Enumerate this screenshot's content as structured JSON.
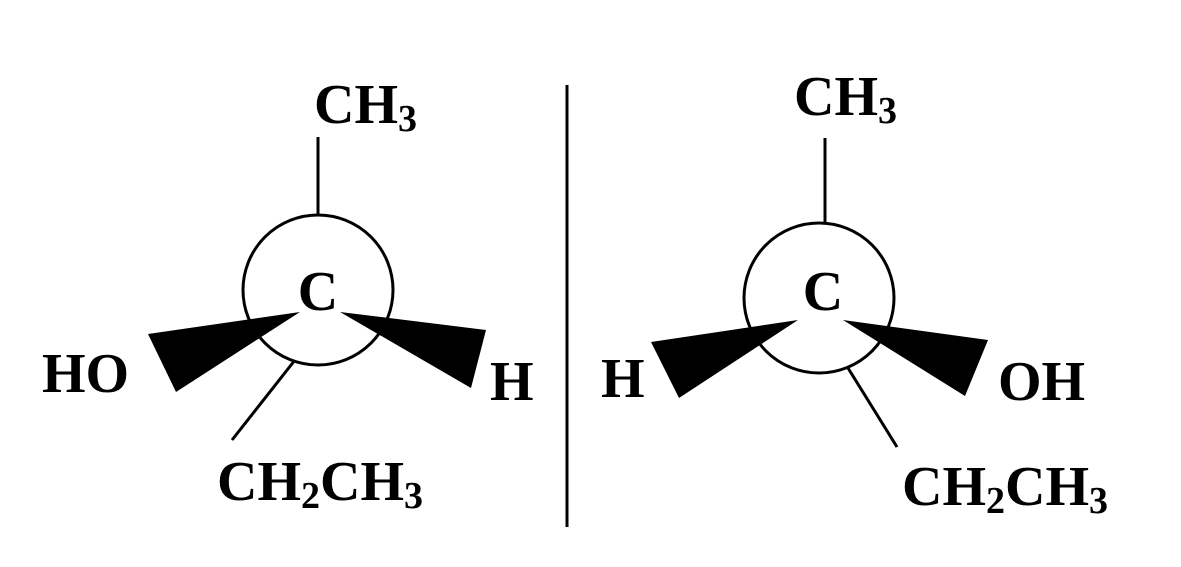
{
  "left_molecule": {
    "center": "C",
    "top": {
      "main": "CH",
      "sub": "3"
    },
    "left": "HO",
    "right": "H",
    "bottom": {
      "a": "CH",
      "a_sub": "2",
      "b": "CH",
      "b_sub": "3"
    }
  },
  "right_molecule": {
    "center": "C",
    "top": {
      "main": "CH",
      "sub": "3"
    },
    "left": "H",
    "right": "OH",
    "bottom": {
      "a": "CH",
      "a_sub": "2",
      "b": "CH",
      "b_sub": "3"
    }
  },
  "colors": {
    "ink": "#000000",
    "background": "#ffffff"
  }
}
